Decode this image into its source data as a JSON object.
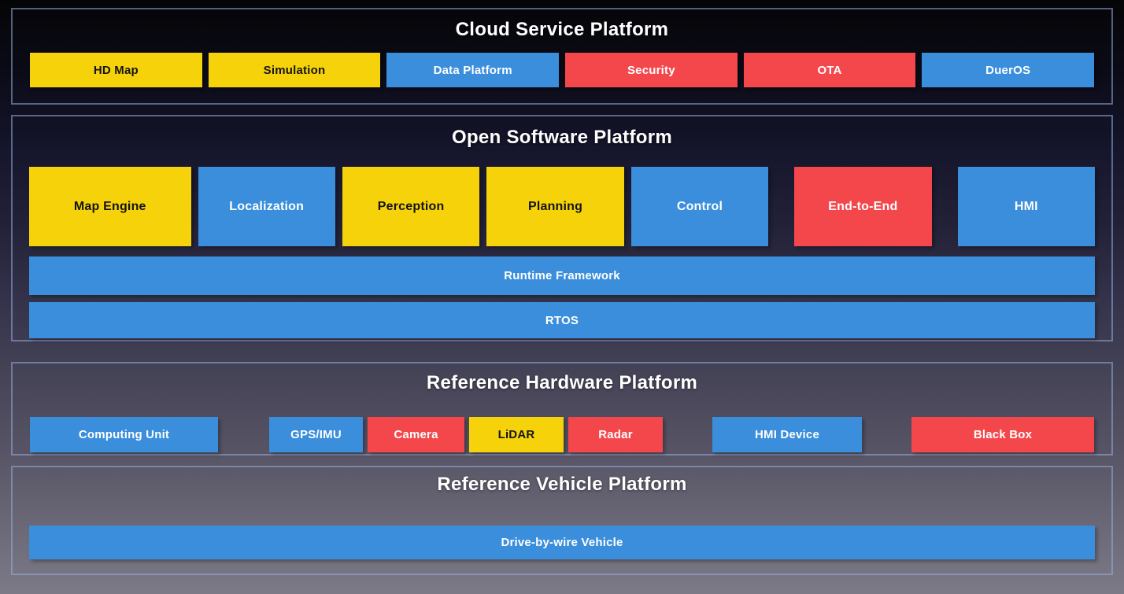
{
  "colors": {
    "yellow": "#F6D20A",
    "blue": "#3A8EDB",
    "red": "#F4474C",
    "text_dark": "#141414",
    "text_light": "#FFFFFF"
  },
  "cloud": {
    "title": "Cloud Service Platform",
    "boxes": [
      {
        "label": "HD Map",
        "color": "yellow"
      },
      {
        "label": "Simulation",
        "color": "yellow"
      },
      {
        "label": "Data Platform",
        "color": "blue"
      },
      {
        "label": "Security",
        "color": "red"
      },
      {
        "label": "OTA",
        "color": "red"
      },
      {
        "label": "DuerOS",
        "color": "blue"
      }
    ]
  },
  "software": {
    "title": "Open Software Platform",
    "boxes": [
      {
        "label": "Map Engine",
        "color": "yellow"
      },
      {
        "label": "Localization",
        "color": "blue"
      },
      {
        "label": "Perception",
        "color": "yellow"
      },
      {
        "label": "Planning",
        "color": "yellow"
      },
      {
        "label": "Control",
        "color": "blue"
      },
      {
        "label": "End-to-End",
        "color": "red"
      },
      {
        "label": "HMI",
        "color": "blue"
      }
    ],
    "runtime_bar": {
      "label": "Runtime Framework",
      "color": "blue"
    },
    "rtos_bar": {
      "label": "RTOS",
      "color": "blue"
    }
  },
  "hardware": {
    "title": "Reference Hardware Platform",
    "boxes": [
      {
        "label": "Computing Unit",
        "color": "blue"
      },
      {
        "label": "GPS/IMU",
        "color": "blue"
      },
      {
        "label": "Camera",
        "color": "red"
      },
      {
        "label": "LiDAR",
        "color": "yellow"
      },
      {
        "label": "Radar",
        "color": "red"
      },
      {
        "label": "HMI Device",
        "color": "blue"
      },
      {
        "label": "Black Box",
        "color": "red"
      }
    ]
  },
  "vehicle": {
    "title": "Reference Vehicle Platform",
    "bar": {
      "label": "Drive-by-wire Vehicle",
      "color": "blue"
    }
  }
}
